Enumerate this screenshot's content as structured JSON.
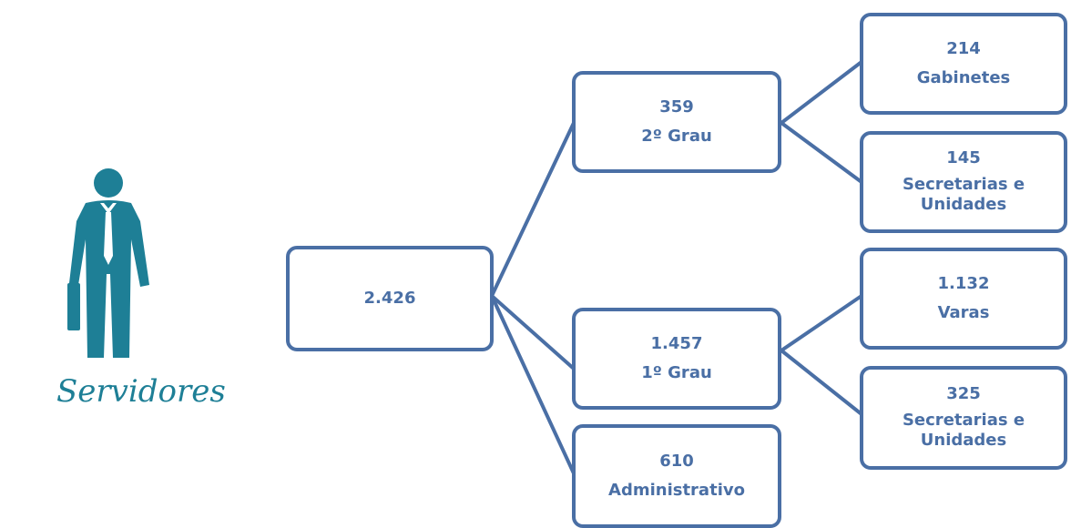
{
  "caption": "Servidores",
  "colors": {
    "border": "#4a6fa5",
    "text": "#4a6fa5",
    "figure": "#1e7f96"
  },
  "icon": "businessman-with-briefcase-icon",
  "root": {
    "value": "2.426"
  },
  "grau2": {
    "value": "359",
    "label": "2º Grau"
  },
  "gabinetes": {
    "value": "214",
    "label": "Gabinetes"
  },
  "sec2": {
    "value": "145",
    "label1": "Secretarias e",
    "label2": "Unidades"
  },
  "grau1": {
    "value": "1.457",
    "label": "1º Grau"
  },
  "varas": {
    "value": "1.132",
    "label": "Varas"
  },
  "sec1": {
    "value": "325",
    "label1": "Secretarias e",
    "label2": "Unidades"
  },
  "admin": {
    "value": "610",
    "label": "Administrativo"
  }
}
